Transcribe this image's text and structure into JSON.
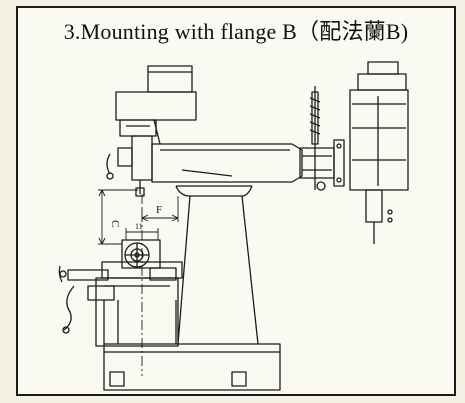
{
  "title": "3.Mounting with flange B（配法蘭B)",
  "dimensions": {
    "vertical": "C",
    "horizontal": "F",
    "small": "11"
  },
  "colors": {
    "line": "#1b1b1b",
    "paper": "#fbfaf2",
    "background": "#f4f1e4"
  }
}
